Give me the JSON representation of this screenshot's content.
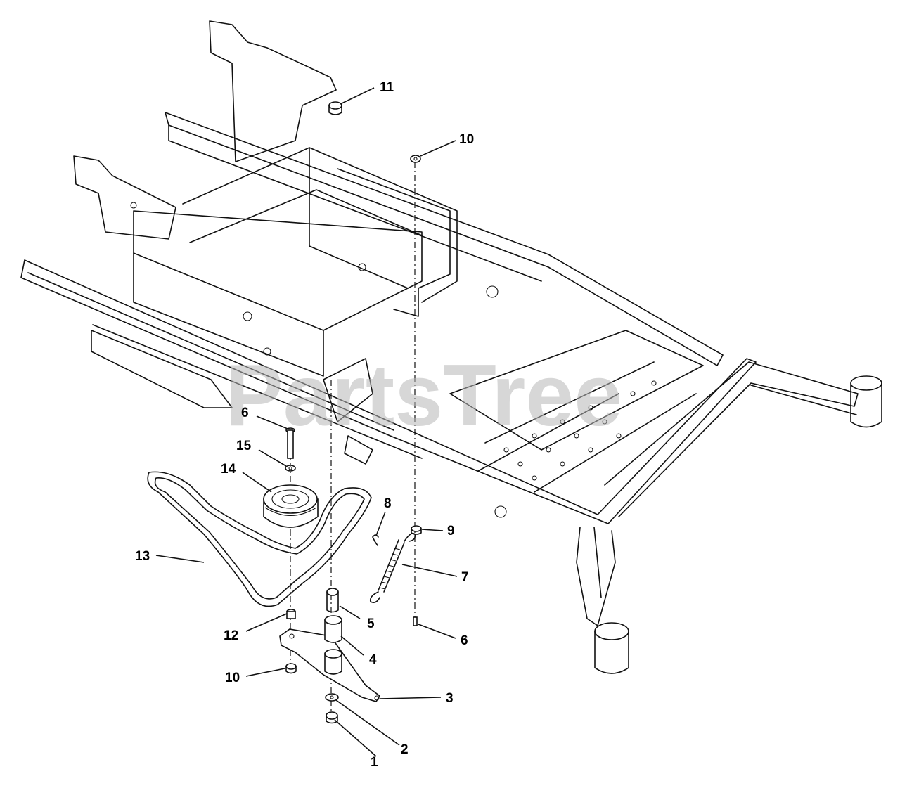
{
  "watermark": "PartsTree",
  "callouts": {
    "c1": "1",
    "c2": "2",
    "c3": "3",
    "c4": "4",
    "c5": "5",
    "c6a": "6",
    "c6b": "6",
    "c7": "7",
    "c8": "8",
    "c9": "9",
    "c10a": "10",
    "c10b": "10",
    "c11": "11",
    "c12": "12",
    "c13": "13",
    "c14": "14",
    "c15": "15"
  }
}
